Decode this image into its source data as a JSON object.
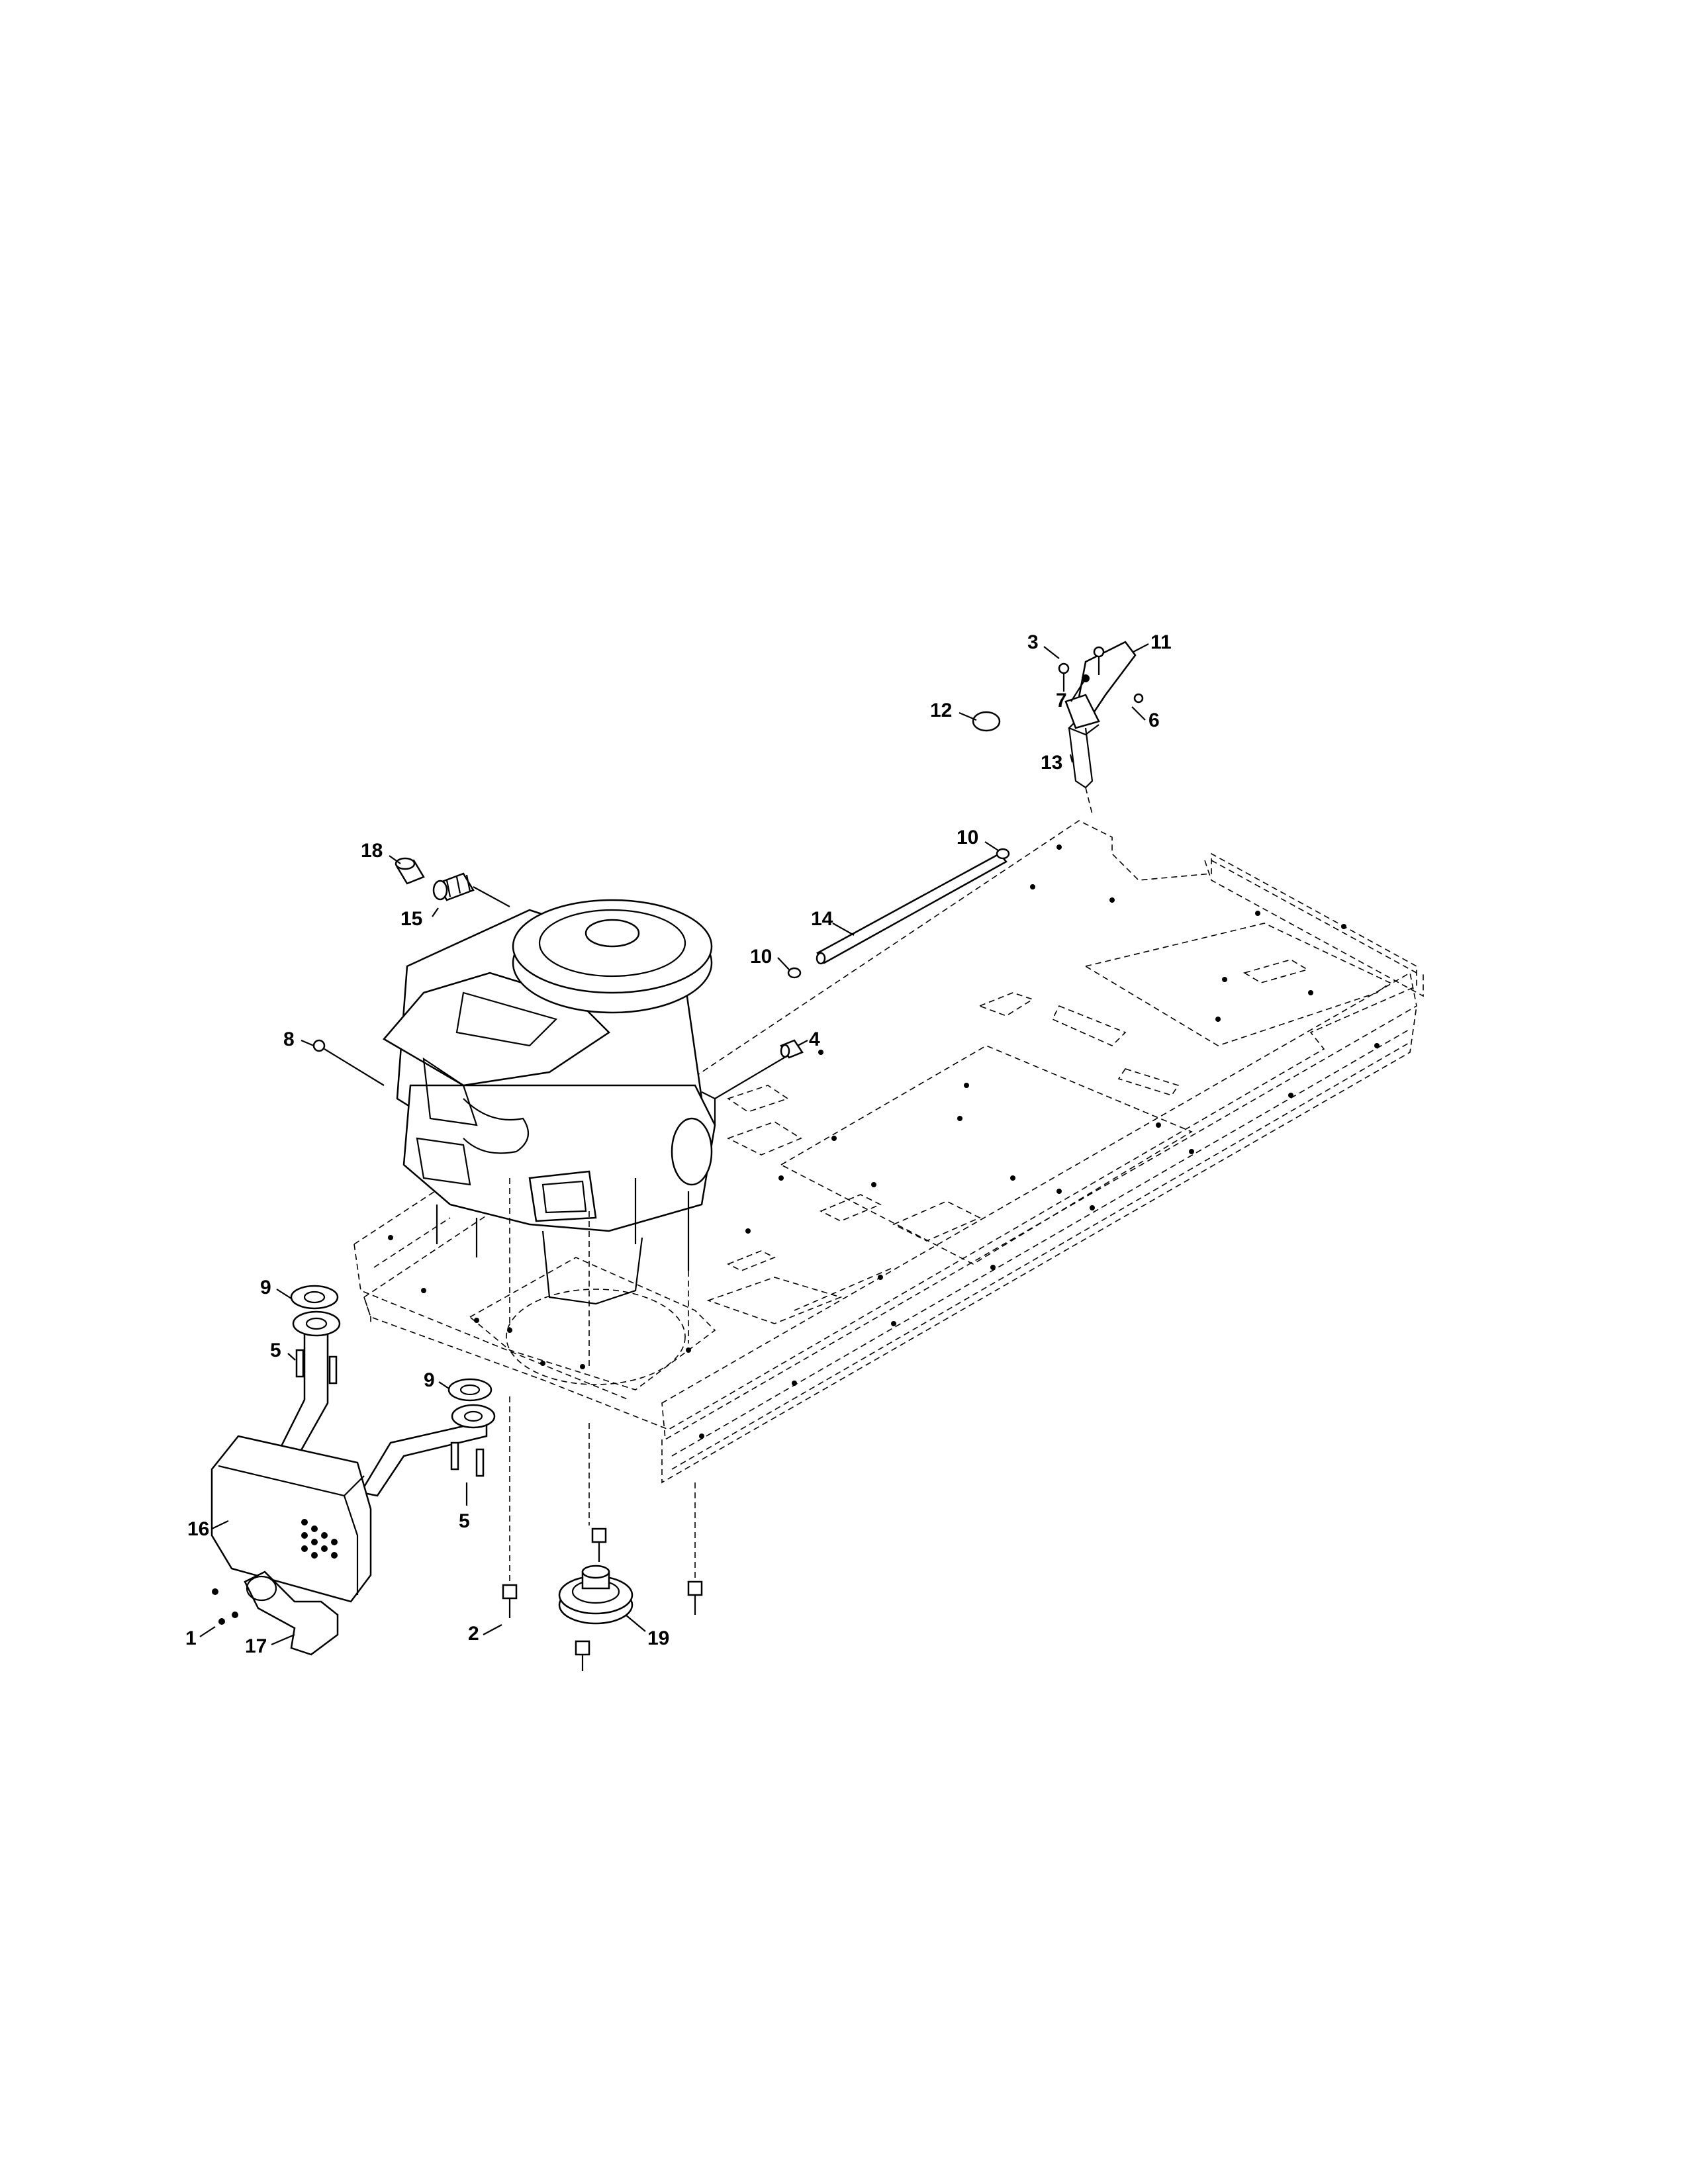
{
  "callouts": [
    {
      "id": "1",
      "label": "1"
    },
    {
      "id": "2",
      "label": "2"
    },
    {
      "id": "3",
      "label": "3"
    },
    {
      "id": "4",
      "label": "4"
    },
    {
      "id": "5a",
      "label": "5"
    },
    {
      "id": "5b",
      "label": "5"
    },
    {
      "id": "6",
      "label": "6"
    },
    {
      "id": "7",
      "label": "7"
    },
    {
      "id": "8",
      "label": "8"
    },
    {
      "id": "9a",
      "label": "9"
    },
    {
      "id": "9b",
      "label": "9"
    },
    {
      "id": "10a",
      "label": "10"
    },
    {
      "id": "10b",
      "label": "10"
    },
    {
      "id": "11",
      "label": "11"
    },
    {
      "id": "12",
      "label": "12"
    },
    {
      "id": "13",
      "label": "13"
    },
    {
      "id": "14",
      "label": "14"
    },
    {
      "id": "15",
      "label": "15"
    },
    {
      "id": "16",
      "label": "16"
    },
    {
      "id": "17",
      "label": "17"
    },
    {
      "id": "18",
      "label": "18"
    },
    {
      "id": "19",
      "label": "19"
    }
  ]
}
